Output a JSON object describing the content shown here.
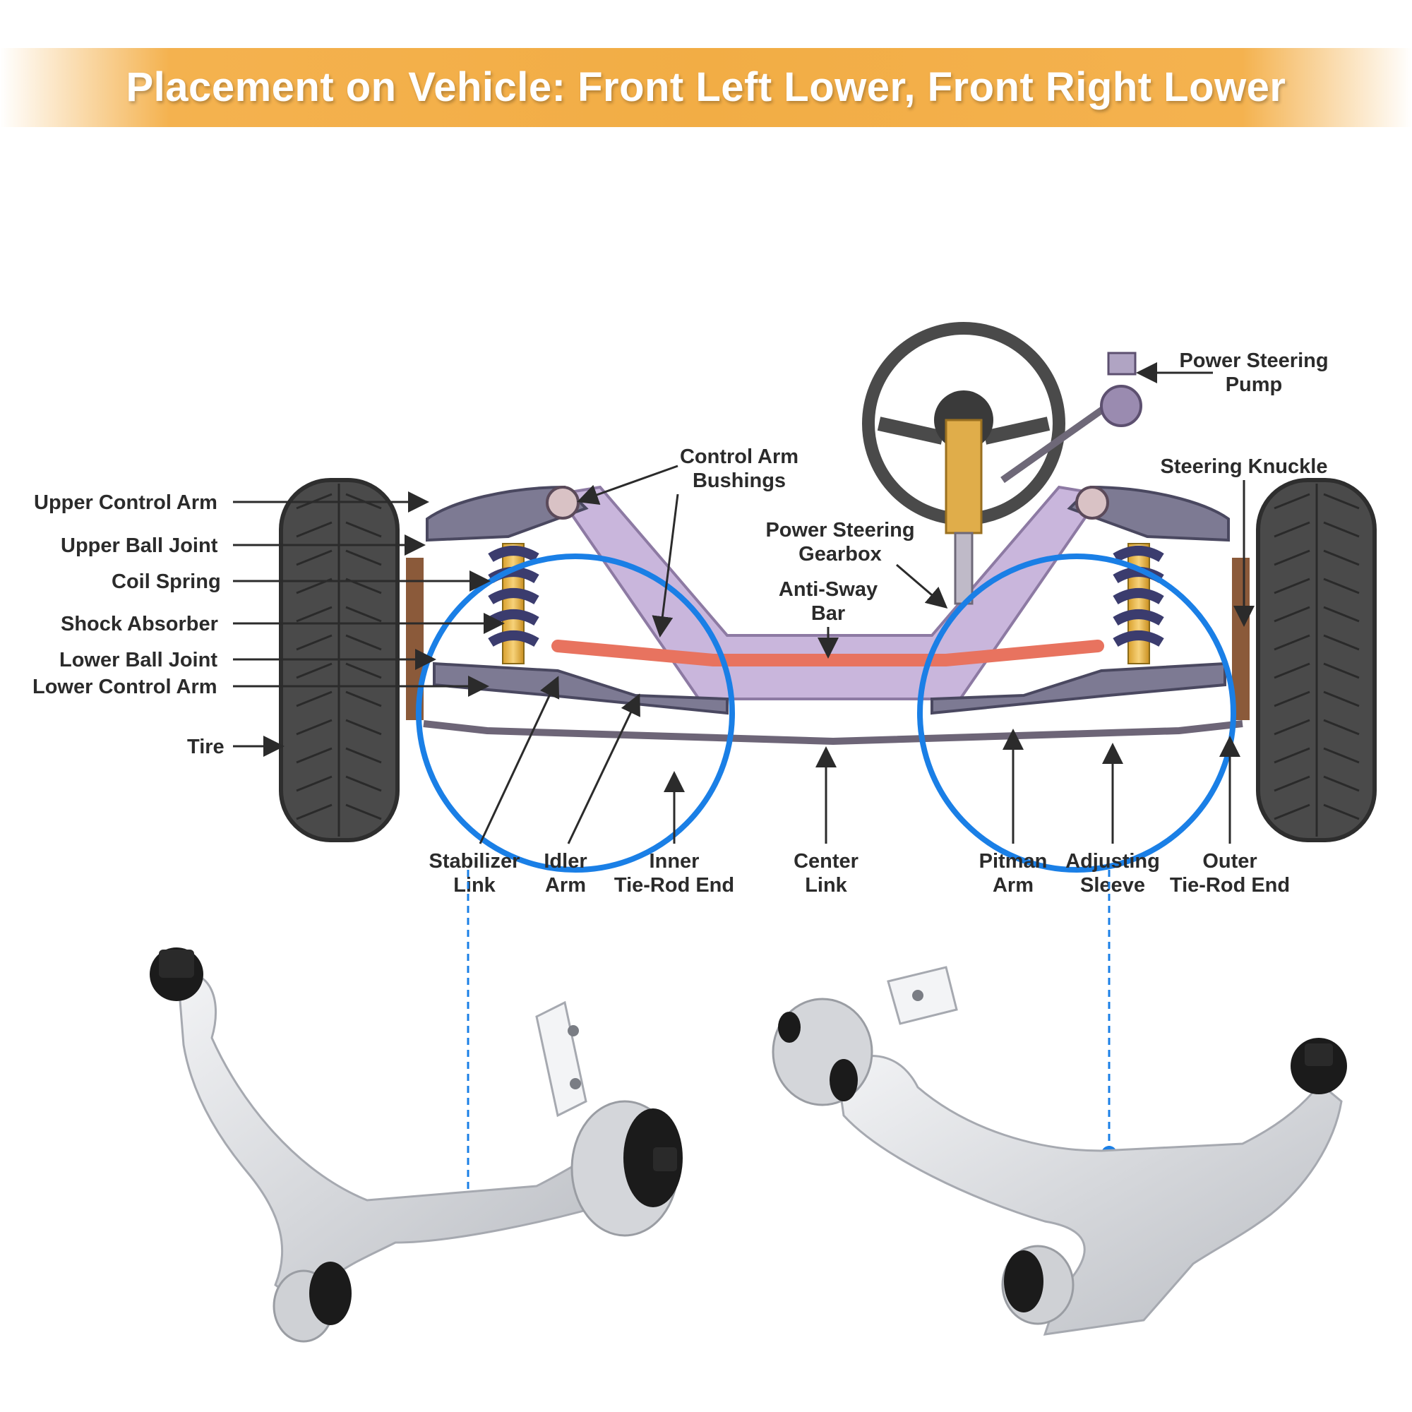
{
  "banner": {
    "title": "Placement on Vehicle: Front Left Lower, Front Right Lower"
  },
  "labels": {
    "upper_control_arm": "Upper Control Arm",
    "upper_ball_joint": "Upper Ball Joint",
    "coil_spring": "Coil Spring",
    "shock_absorber": "Shock Absorber",
    "lower_ball_joint": "Lower Ball Joint",
    "lower_control_arm": "Lower Control Arm",
    "tire": "Tire",
    "control_arm_bushings_1": "Control Arm",
    "control_arm_bushings_2": "Bushings",
    "power_steering_gearbox_1": "Power Steering",
    "power_steering_gearbox_2": "Gearbox",
    "anti_sway_bar_1": "Anti-Sway",
    "anti_sway_bar_2": "Bar",
    "power_steering_pump_1": "Power Steering",
    "power_steering_pump_2": "Pump",
    "steering_knuckle": "Steering Knuckle",
    "stabilizer_link_1": "Stabilizer",
    "stabilizer_link_2": "Link",
    "idler_arm_1": "Idler",
    "idler_arm_2": "Arm",
    "inner_tie_rod_1": "Inner",
    "inner_tie_rod_2": "Tie-Rod End",
    "center_link_1": "Center",
    "center_link_2": "Link",
    "pitman_arm_1": "Pitman",
    "pitman_arm_2": "Arm",
    "adjusting_sleeve_1": "Adjusting",
    "adjusting_sleeve_2": "Sleeve",
    "outer_tie_rod_1": "Outer",
    "outer_tie_rod_2": "Tie-Rod End"
  },
  "colors": {
    "banner": "#f2ad45",
    "highlight_circle": "#1a7fe6",
    "frame": "#c9b6dc",
    "anti_sway_bar": "#e8735f",
    "arm_metal": "#dcdde0"
  }
}
